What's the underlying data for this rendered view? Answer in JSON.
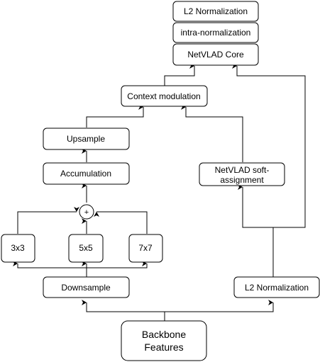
{
  "nodes": {
    "l2_norm_top": "L2 Normalization",
    "intra_norm": "intra-normalization",
    "netvlad_core": "NetVLAD Core",
    "context_modulation": "Context modulation",
    "upsample": "Upsample",
    "accumulation": "Accumulation",
    "conv3": "3x3",
    "conv5": "5x5",
    "conv7": "7x7",
    "downsample": "Downsample",
    "backbone_line1": "Backbone",
    "backbone_line2": "Features",
    "softassign_line1": "NetVLAD soft-",
    "softassign_line2": "assignment",
    "l2_norm_bottom": "L2 Normalization"
  },
  "sum_symbol": "+",
  "colors": {
    "stroke": "#000000",
    "fill": "#ffffff",
    "text": "#000000"
  }
}
